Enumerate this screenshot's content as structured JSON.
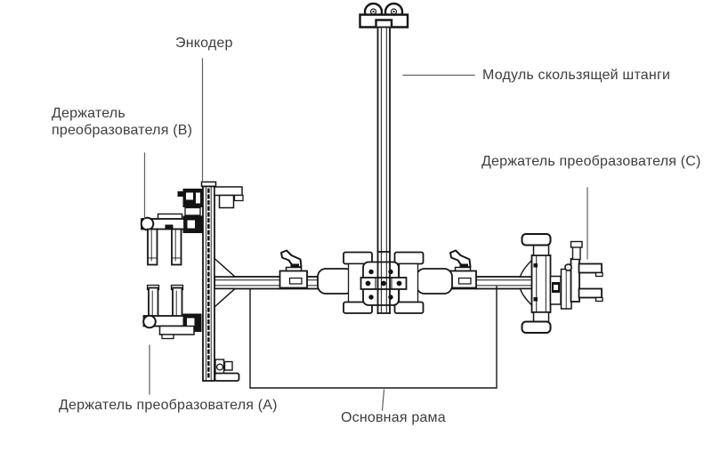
{
  "diagram": {
    "type": "technical-line-drawing",
    "subject": "scanner-frame-assembly",
    "labels": {
      "encoder": "Энкодер",
      "holder_b": {
        "line1": "Держатель",
        "line2": "преобразователя (B)"
      },
      "sliding_rod_module": "Модуль скользящей штанги",
      "holder_c": "Держатель преобразователя (C)",
      "holder_a": "Держатель преобразователя (A)",
      "main_frame": "Основная рама"
    },
    "colors": {
      "background": "#ffffff",
      "line": "#161616",
      "dark_fill": "#141414",
      "leader_line": "#5f5f5f",
      "label_text": "#3d3d3d"
    }
  }
}
